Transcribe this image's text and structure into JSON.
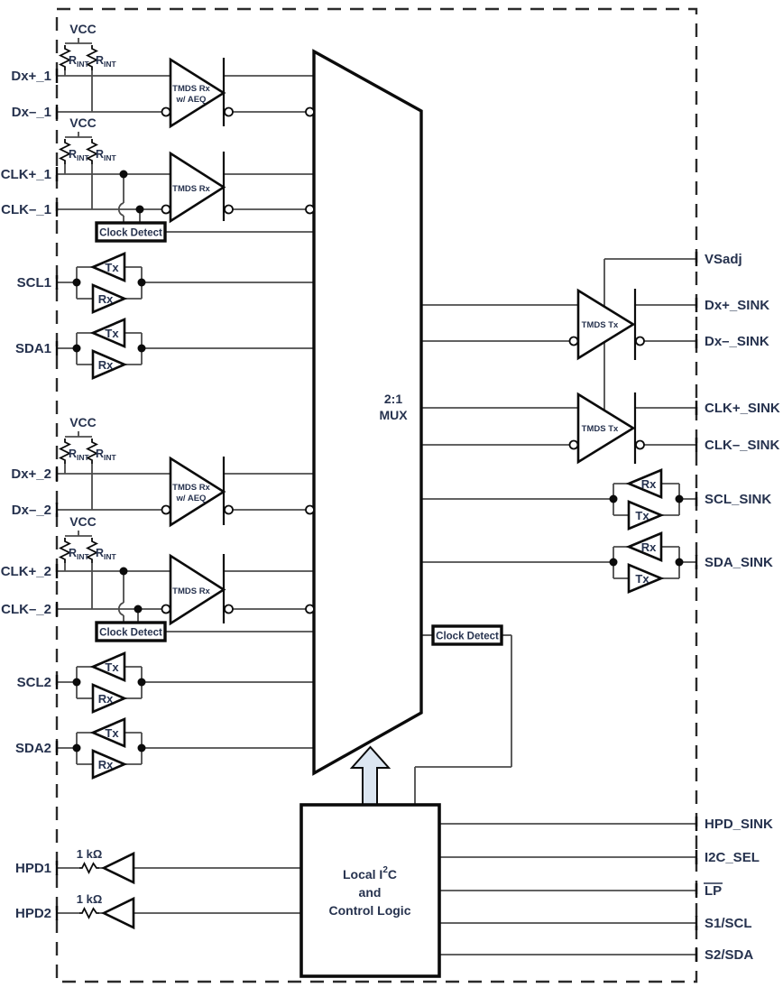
{
  "pins": {
    "left": [
      "Dx+_1",
      "Dx–_1",
      "CLK+_1",
      "CLK–_1",
      "SCL1",
      "SDA1",
      "Dx+_2",
      "Dx–_2",
      "CLK+_2",
      "CLK–_2",
      "SCL2",
      "SDA2",
      "HPD1",
      "HPD2"
    ],
    "right": [
      "VSadj",
      "Dx+_SINK",
      "Dx–_SINK",
      "CLK+_SINK",
      "CLK–_SINK",
      "SCL_SINK",
      "SDA_SINK",
      "HPD_SINK",
      "I2C_SEL",
      "LP",
      "S1/SCL",
      "S2/SDA"
    ]
  },
  "blocks": {
    "vcc": "VCC",
    "rint_main": "R",
    "rint_sub": "INT",
    "tmds_rx": "TMDS Rx",
    "aeq": "w/ AEQ",
    "tmds_tx": "TMDS Tx",
    "tx": "Tx",
    "rx": "Rx",
    "clock_detect": "Clock Detect",
    "mux_1": "2:1",
    "mux_2": "MUX",
    "ctl_1a": "Local I",
    "ctl_1b": "2",
    "ctl_1c": "C",
    "ctl_2": "and",
    "ctl_3": "Control Logic",
    "hpd_res": "1 kΩ"
  },
  "colors": {
    "text": "#26324e",
    "wire": "#4b4b4b",
    "shape": "#0b0b0b",
    "arrow_fill": "#dce6f1",
    "background": "#ffffff"
  }
}
